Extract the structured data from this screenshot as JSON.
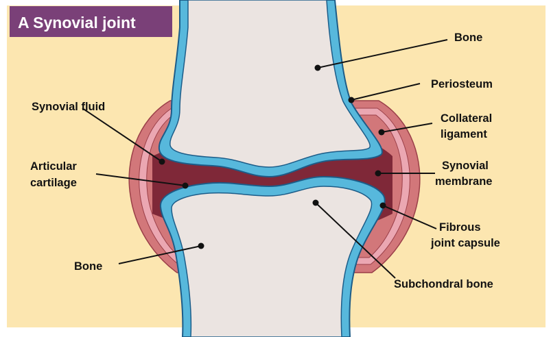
{
  "title": "A Synovial joint",
  "colors": {
    "background": "#fce6b0",
    "title_bg": "#7a4078",
    "bone": "#ebe4e1",
    "cartilage": "#57b8dc",
    "bone_outline": "#1c5c88",
    "synovial_fluid": "#7f2838",
    "capsule_outer": "#d2777a",
    "capsule_inner": "#eba7b2"
  },
  "labels": {
    "bone_top": "Bone",
    "periosteum": "Periosteum",
    "collateral_ligament_1": "Collateral",
    "collateral_ligament_2": "ligament",
    "synovial_membrane_1": "Synovial",
    "synovial_membrane_2": "membrane",
    "fibrous_capsule_1": "Fibrous",
    "fibrous_capsule_2": "joint capsule",
    "subchondral_bone": "Subchondral bone",
    "bone_bottom": "Bone",
    "synovial_fluid": "Synovial fluid",
    "articular_cartilage_1": "Articular",
    "articular_cartilage_2": "cartilage"
  }
}
